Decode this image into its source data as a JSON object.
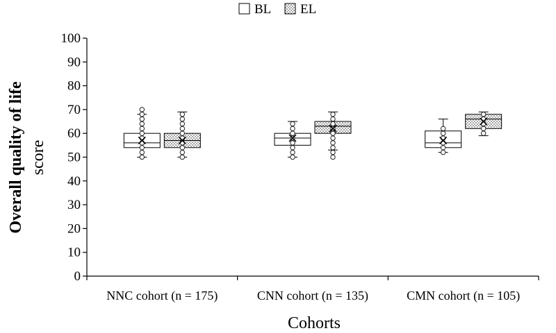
{
  "chart_data": {
    "type": "box",
    "title": "",
    "xlabel": "Cohorts",
    "ylabel_line1": "Overall quality of life",
    "ylabel_line2": "score",
    "ylim": [
      0,
      100
    ],
    "yticks": [
      0,
      10,
      20,
      30,
      40,
      50,
      60,
      70,
      80,
      90,
      100
    ],
    "grid": false,
    "legend_position": "top-center",
    "categories": [
      "NNC cohort (n = 175)",
      "CNN cohort (n = 135)",
      "CMN cohort (n = 105)"
    ],
    "series": [
      {
        "name": "BL",
        "pattern": "plain",
        "fill": "#ffffff",
        "boxes": [
          {
            "min": 50,
            "q1": 54,
            "median": 56,
            "mean": 57,
            "q3": 60,
            "max": 68,
            "points": [
              50,
              52,
              54,
              56,
              58,
              60,
              62,
              64,
              66,
              68,
              70
            ]
          },
          {
            "min": 50,
            "q1": 55,
            "median": 58,
            "mean": 58,
            "q3": 60,
            "max": 65,
            "points": [
              50,
              52,
              54,
              56,
              58,
              60,
              62,
              64
            ]
          },
          {
            "min": 52,
            "q1": 54,
            "median": 56,
            "mean": 57,
            "q3": 61,
            "max": 66,
            "points": [
              52,
              54,
              56,
              58,
              60,
              62
            ]
          }
        ]
      },
      {
        "name": "EL",
        "pattern": "dotted",
        "fill": "#ffffff",
        "boxes": [
          {
            "min": 50,
            "q1": 54,
            "median": 57,
            "mean": 57,
            "q3": 60,
            "max": 69,
            "points": [
              50,
              52,
              54,
              56,
              58,
              60,
              62,
              64,
              66,
              68
            ]
          },
          {
            "min": 53,
            "q1": 60,
            "median": 63,
            "mean": 62,
            "q3": 65,
            "max": 69,
            "points": [
              50,
              52,
              54,
              56,
              58,
              60,
              62,
              64,
              66,
              68
            ]
          },
          {
            "min": 59,
            "q1": 62,
            "median": 66,
            "mean": 65,
            "q3": 68,
            "max": 69,
            "points": [
              60,
              62,
              64,
              66,
              68
            ]
          }
        ]
      }
    ]
  }
}
